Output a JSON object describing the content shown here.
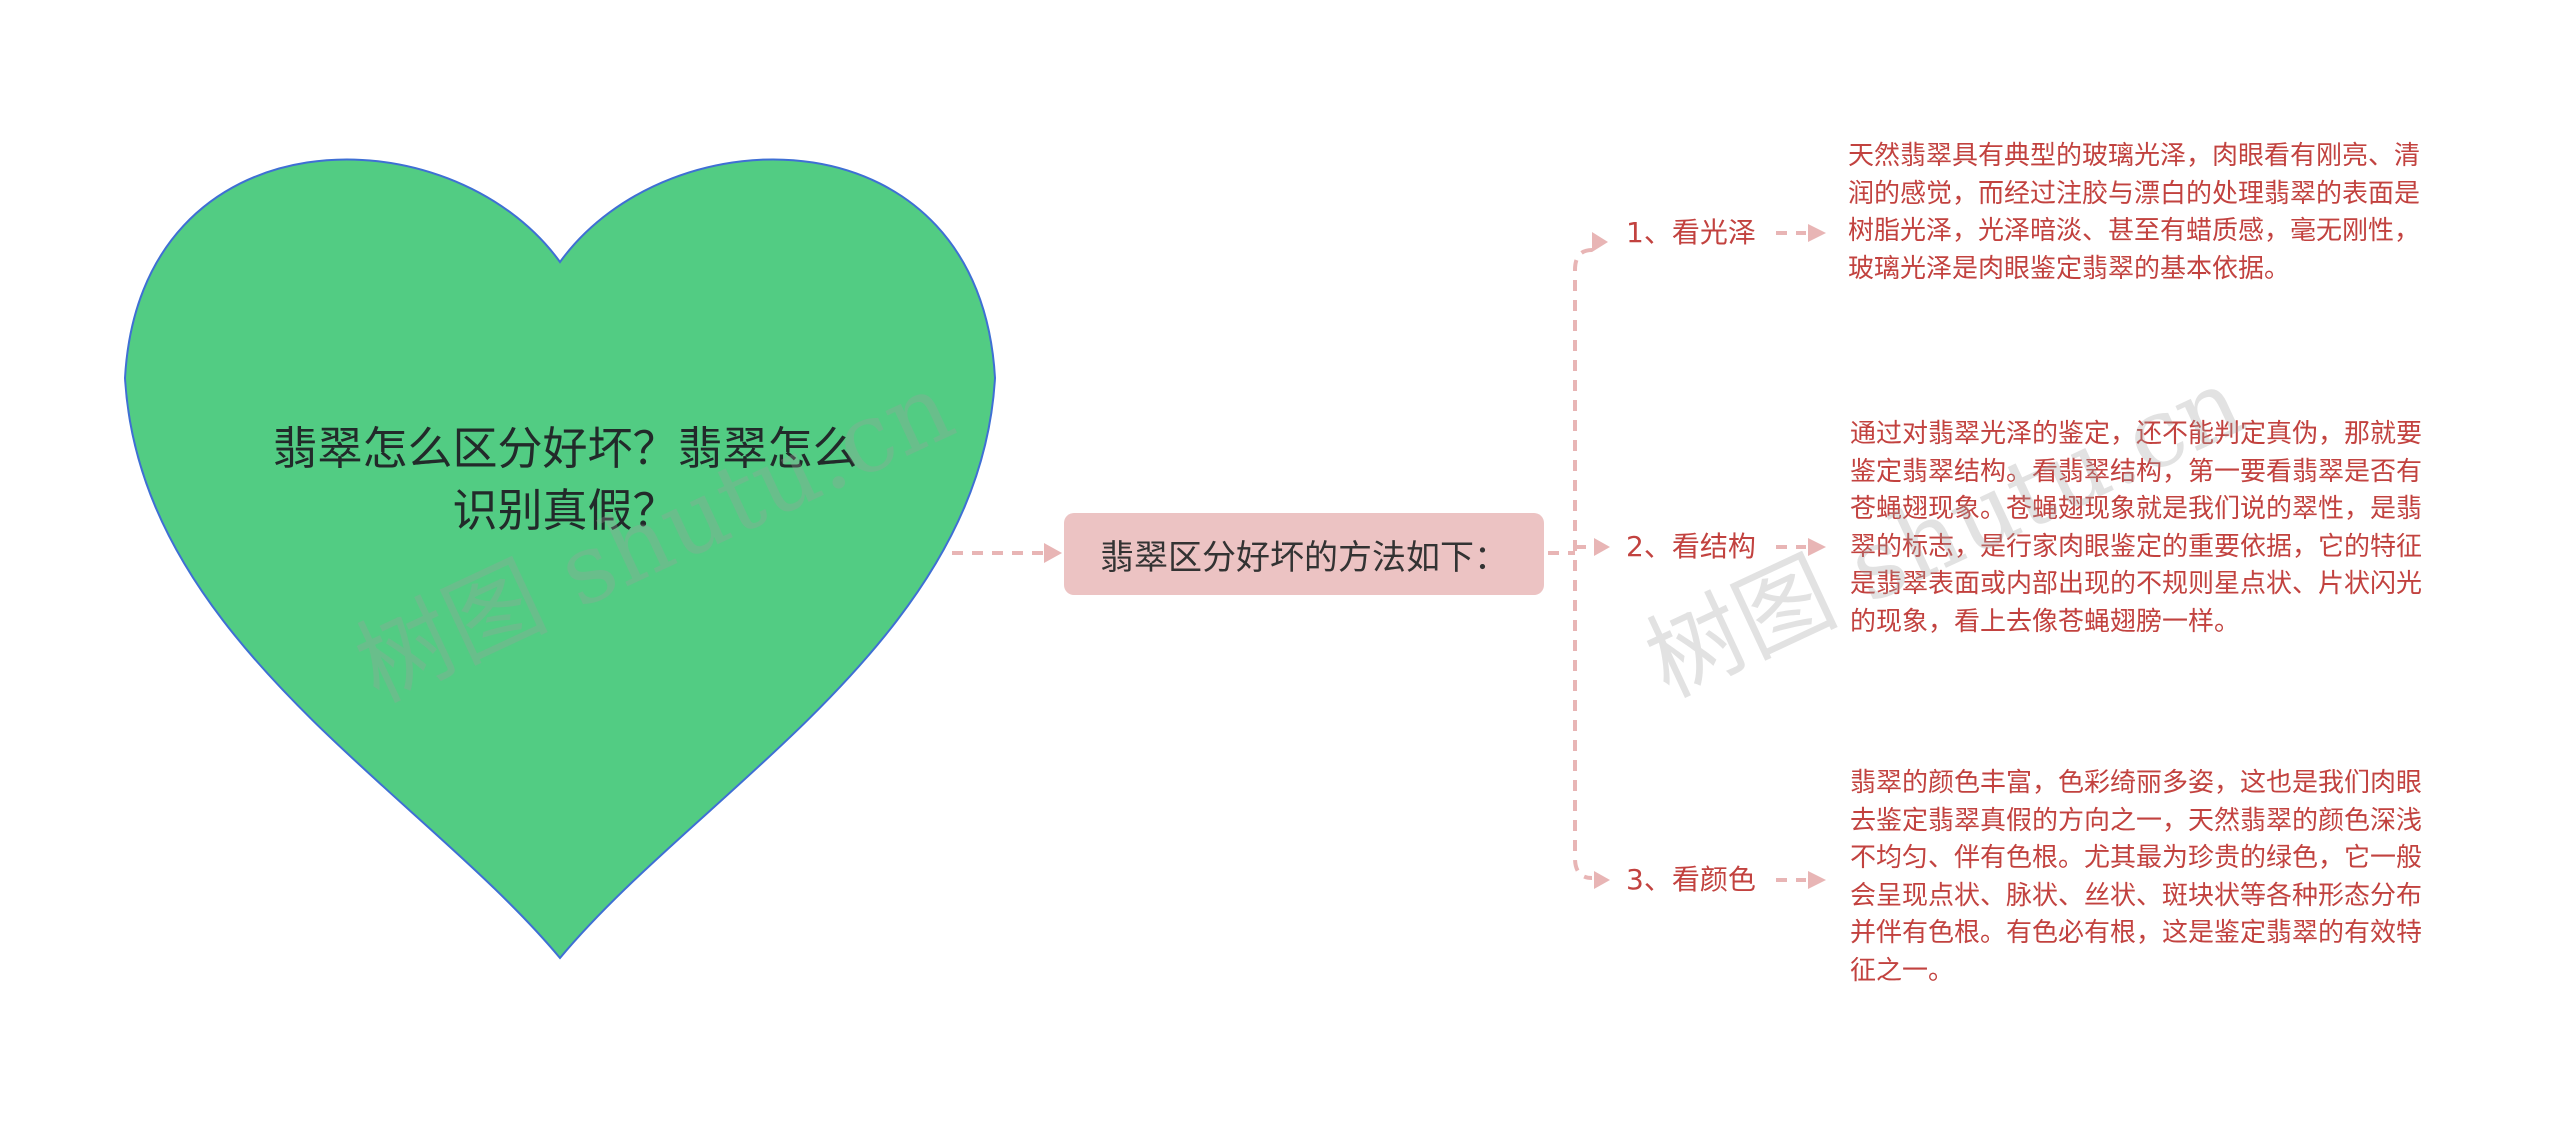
{
  "colors": {
    "heart_fill": "#52cc83",
    "heart_stroke": "#3f6fd4",
    "center_fill": "#ecc3c3",
    "connector": "#e8b5b5",
    "leaf_text": "#c2423f"
  },
  "root": {
    "title": "翡翠怎么区分好坏？翡翠怎么识别真假？"
  },
  "center": {
    "label": "翡翠区分好坏的方法如下："
  },
  "branches": [
    {
      "label": "1、看光泽",
      "text": "天然翡翠具有典型的玻璃光泽，肉眼看有刚亮、清润的感觉，而经过注胶与漂白的处理翡翠的表面是树脂光泽，光泽暗淡、甚至有蜡质感，毫无刚性，玻璃光泽是肉眼鉴定翡翠的基本依据。"
    },
    {
      "label": "2、看结构",
      "text": "通过对翡翠光泽的鉴定，还不能判定真伪，那就要鉴定翡翠结构。看翡翠结构，第一要看翡翠是否有苍蝇翅现象。苍蝇翅现象就是我们说的翠性，是翡翠的标志，是行家肉眼鉴定的重要依据，它的特征是翡翠表面或内部出现的不规则星点状、片状闪光的现象，看上去像苍蝇翅膀一样。"
    },
    {
      "label": "3、看颜色",
      "text": "翡翠的颜色丰富，色彩绮丽多姿，这也是我们肉眼去鉴定翡翠真假的方向之一，天然翡翠的颜色深浅不均匀、伴有色根。尤其最为珍贵的绿色，它一般会呈现点状、脉状、丝状、斑块状等各种形态分布并伴有色根。有色必有根，这是鉴定翡翠的有效特征之一。"
    }
  ],
  "watermarks": [
    "树图 shutu.cn",
    "树图 shutu.cn"
  ]
}
